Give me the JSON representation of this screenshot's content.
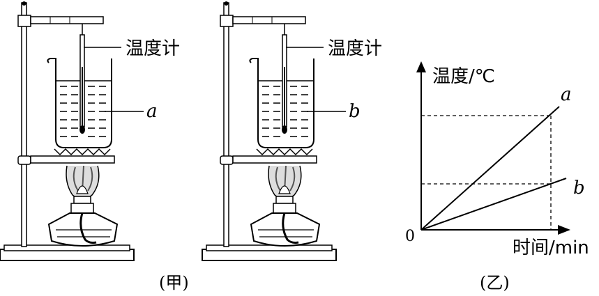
{
  "figure_left": {
    "thermometer_label": "温度计",
    "liquid_label": "a",
    "caption": "(甲)"
  },
  "figure_middle": {
    "thermometer_label": "温度计",
    "liquid_label": "b",
    "caption": "(乙)"
  },
  "graph": {
    "y_axis_label": "温度/℃",
    "x_axis_label": "时间/min",
    "origin_label": "0",
    "line_a_label": "a",
    "line_b_label": "b",
    "line_a": {
      "x_end": 1,
      "y_end": 0.82
    },
    "line_b": {
      "x_end": 1,
      "y_end": 0.33
    },
    "guide_dashed": true
  }
}
